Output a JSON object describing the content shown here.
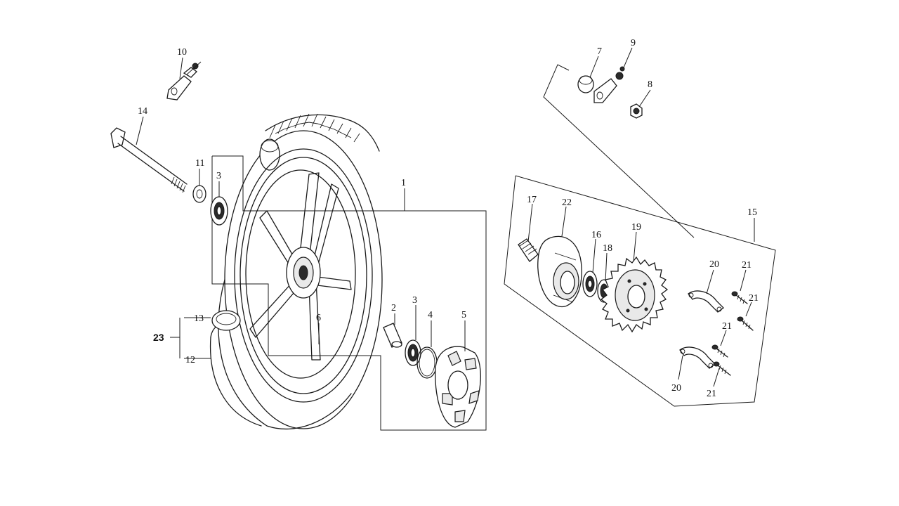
{
  "labels": {
    "p1": "1",
    "p2": "2",
    "p3a": "3",
    "p3b": "3",
    "p4": "4",
    "p5": "5",
    "p6": "6",
    "p7": "7",
    "p8": "8",
    "p9": "9",
    "p10": "10",
    "p11": "11",
    "p12": "12",
    "p13": "13",
    "p14": "14",
    "p15": "15",
    "p16": "16",
    "p17": "17",
    "p18": "18",
    "p19": "19",
    "p20a": "20",
    "p20b": "20",
    "p21a": "21",
    "p21b": "21",
    "p21c": "21",
    "p21d": "21",
    "p22": "22",
    "p23": "23"
  }
}
